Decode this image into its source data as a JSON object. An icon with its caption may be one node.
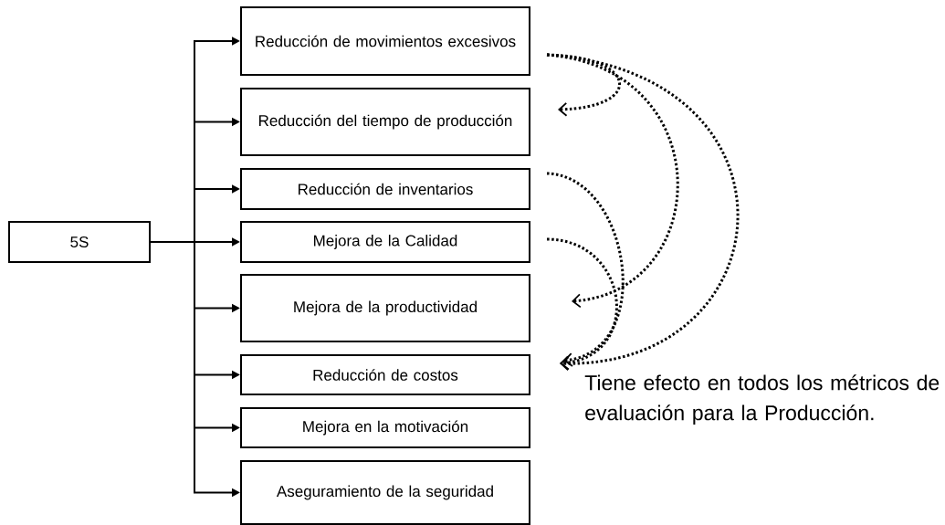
{
  "diagram": {
    "nodes": [
      {
        "text": [
          "5S"
        ]
      },
      {
        "text": [
          "Reducción de movimientos excesivos"
        ]
      },
      {
        "text": [
          "Reducción del tiempo de producción"
        ]
      },
      {
        "text": [
          "Reducción de inventarios"
        ]
      },
      {
        "text": [
          "Mejora de la Calidad"
        ]
      },
      {
        "text": [
          "Mejora de la productividad"
        ]
      },
      {
        "text": [
          "Reducción de costos"
        ]
      },
      {
        "text": [
          "Mejora en la motivación"
        ]
      },
      {
        "text": [
          "Aseguramiento de la seguridad"
        ]
      }
    ],
    "edges": [
      {
        "from": 0,
        "to": 1,
        "arrow": "to"
      },
      {
        "from": 0,
        "to": 2,
        "arrow": "to"
      },
      {
        "from": 0,
        "to": 3,
        "arrow": "to"
      },
      {
        "from": 0,
        "to": 4,
        "arrow": "to"
      },
      {
        "from": 0,
        "to": 5,
        "arrow": "to"
      },
      {
        "from": 0,
        "to": 6,
        "arrow": "to"
      },
      {
        "from": 0,
        "to": 7,
        "arrow": "to"
      },
      {
        "from": 0,
        "to": 8,
        "arrow": "to"
      },
      {
        "from": 1,
        "to": 2,
        "arrow": "to",
        "style": "dashed"
      },
      {
        "from": 1,
        "to": 5,
        "arrow": "to",
        "style": "dashed"
      },
      {
        "from": 1,
        "to": 6,
        "arrow": "to",
        "style": "dashed"
      },
      {
        "from": 3,
        "to": 6,
        "arrow": "to",
        "style": "dashed"
      },
      {
        "from": 4,
        "to": 6,
        "arrow": "to",
        "style": "dashed"
      }
    ],
    "labels": [
      "Tiene efecto en todos los métricos de evaluación para la Producción."
    ]
  }
}
